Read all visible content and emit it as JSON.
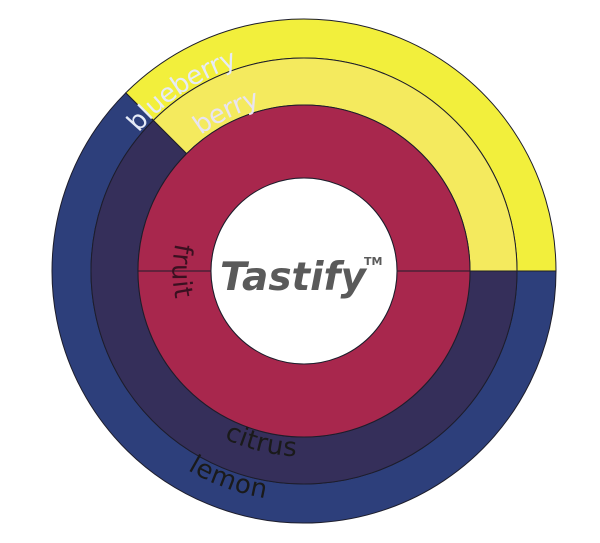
{
  "brand": {
    "name": "Tastify",
    "trademark": "TM",
    "color": "#5a5a5a"
  },
  "chart_data": {
    "type": "sunburst",
    "rings": [
      {
        "level": 1,
        "segments": [
          {
            "label": "fruit",
            "fraction": 0.875,
            "color": "#a8274d",
            "text_color": "#3a1020"
          }
        ]
      },
      {
        "level": 2,
        "segments": [
          {
            "label": "berry",
            "fraction": 0.625,
            "color": "#352f5a",
            "text_color": "#e8e4f2"
          },
          {
            "label": "citrus",
            "fraction": 0.375,
            "color": "#f4ea5e",
            "text_color": "#1a1a1a"
          }
        ]
      },
      {
        "level": 3,
        "segments": [
          {
            "label": "blueberry",
            "fraction": 0.625,
            "color": "#2d3f7b",
            "text_color": "#e6ebf7"
          },
          {
            "label": "lemon",
            "fraction": 0.375,
            "color": "#f2ef3c",
            "text_color": "#1a1a1a"
          }
        ]
      }
    ]
  }
}
